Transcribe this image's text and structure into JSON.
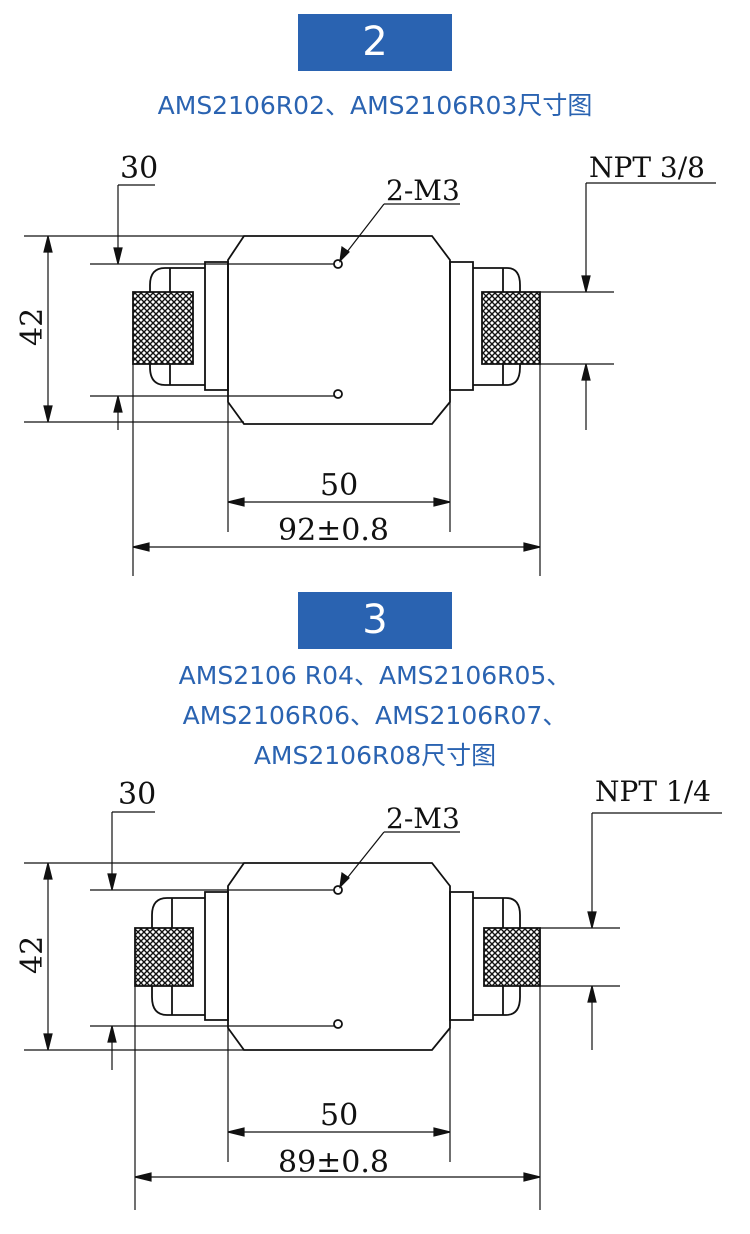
{
  "section2": {
    "number": "2",
    "caption": "AMS2106R02、AMS2106R03尺寸图",
    "dims": {
      "top_offset": "30",
      "height": "42",
      "holes": "2-M3",
      "thread": "NPT 3/8",
      "body_length": "50",
      "total_length": "92±0.8"
    }
  },
  "section3": {
    "number": "3",
    "caption_lines": [
      "AMS2106 R04、AMS2106R05、",
      "AMS2106R06、AMS2106R07、",
      "AMS2106R08尺寸图"
    ],
    "dims": {
      "top_offset": "30",
      "height": "42",
      "holes": "2-M3",
      "thread": "NPT 1/4",
      "body_length": "50",
      "total_length": "89±0.8"
    }
  },
  "colors": {
    "accent": "#2a63b1",
    "line": "#111111"
  }
}
